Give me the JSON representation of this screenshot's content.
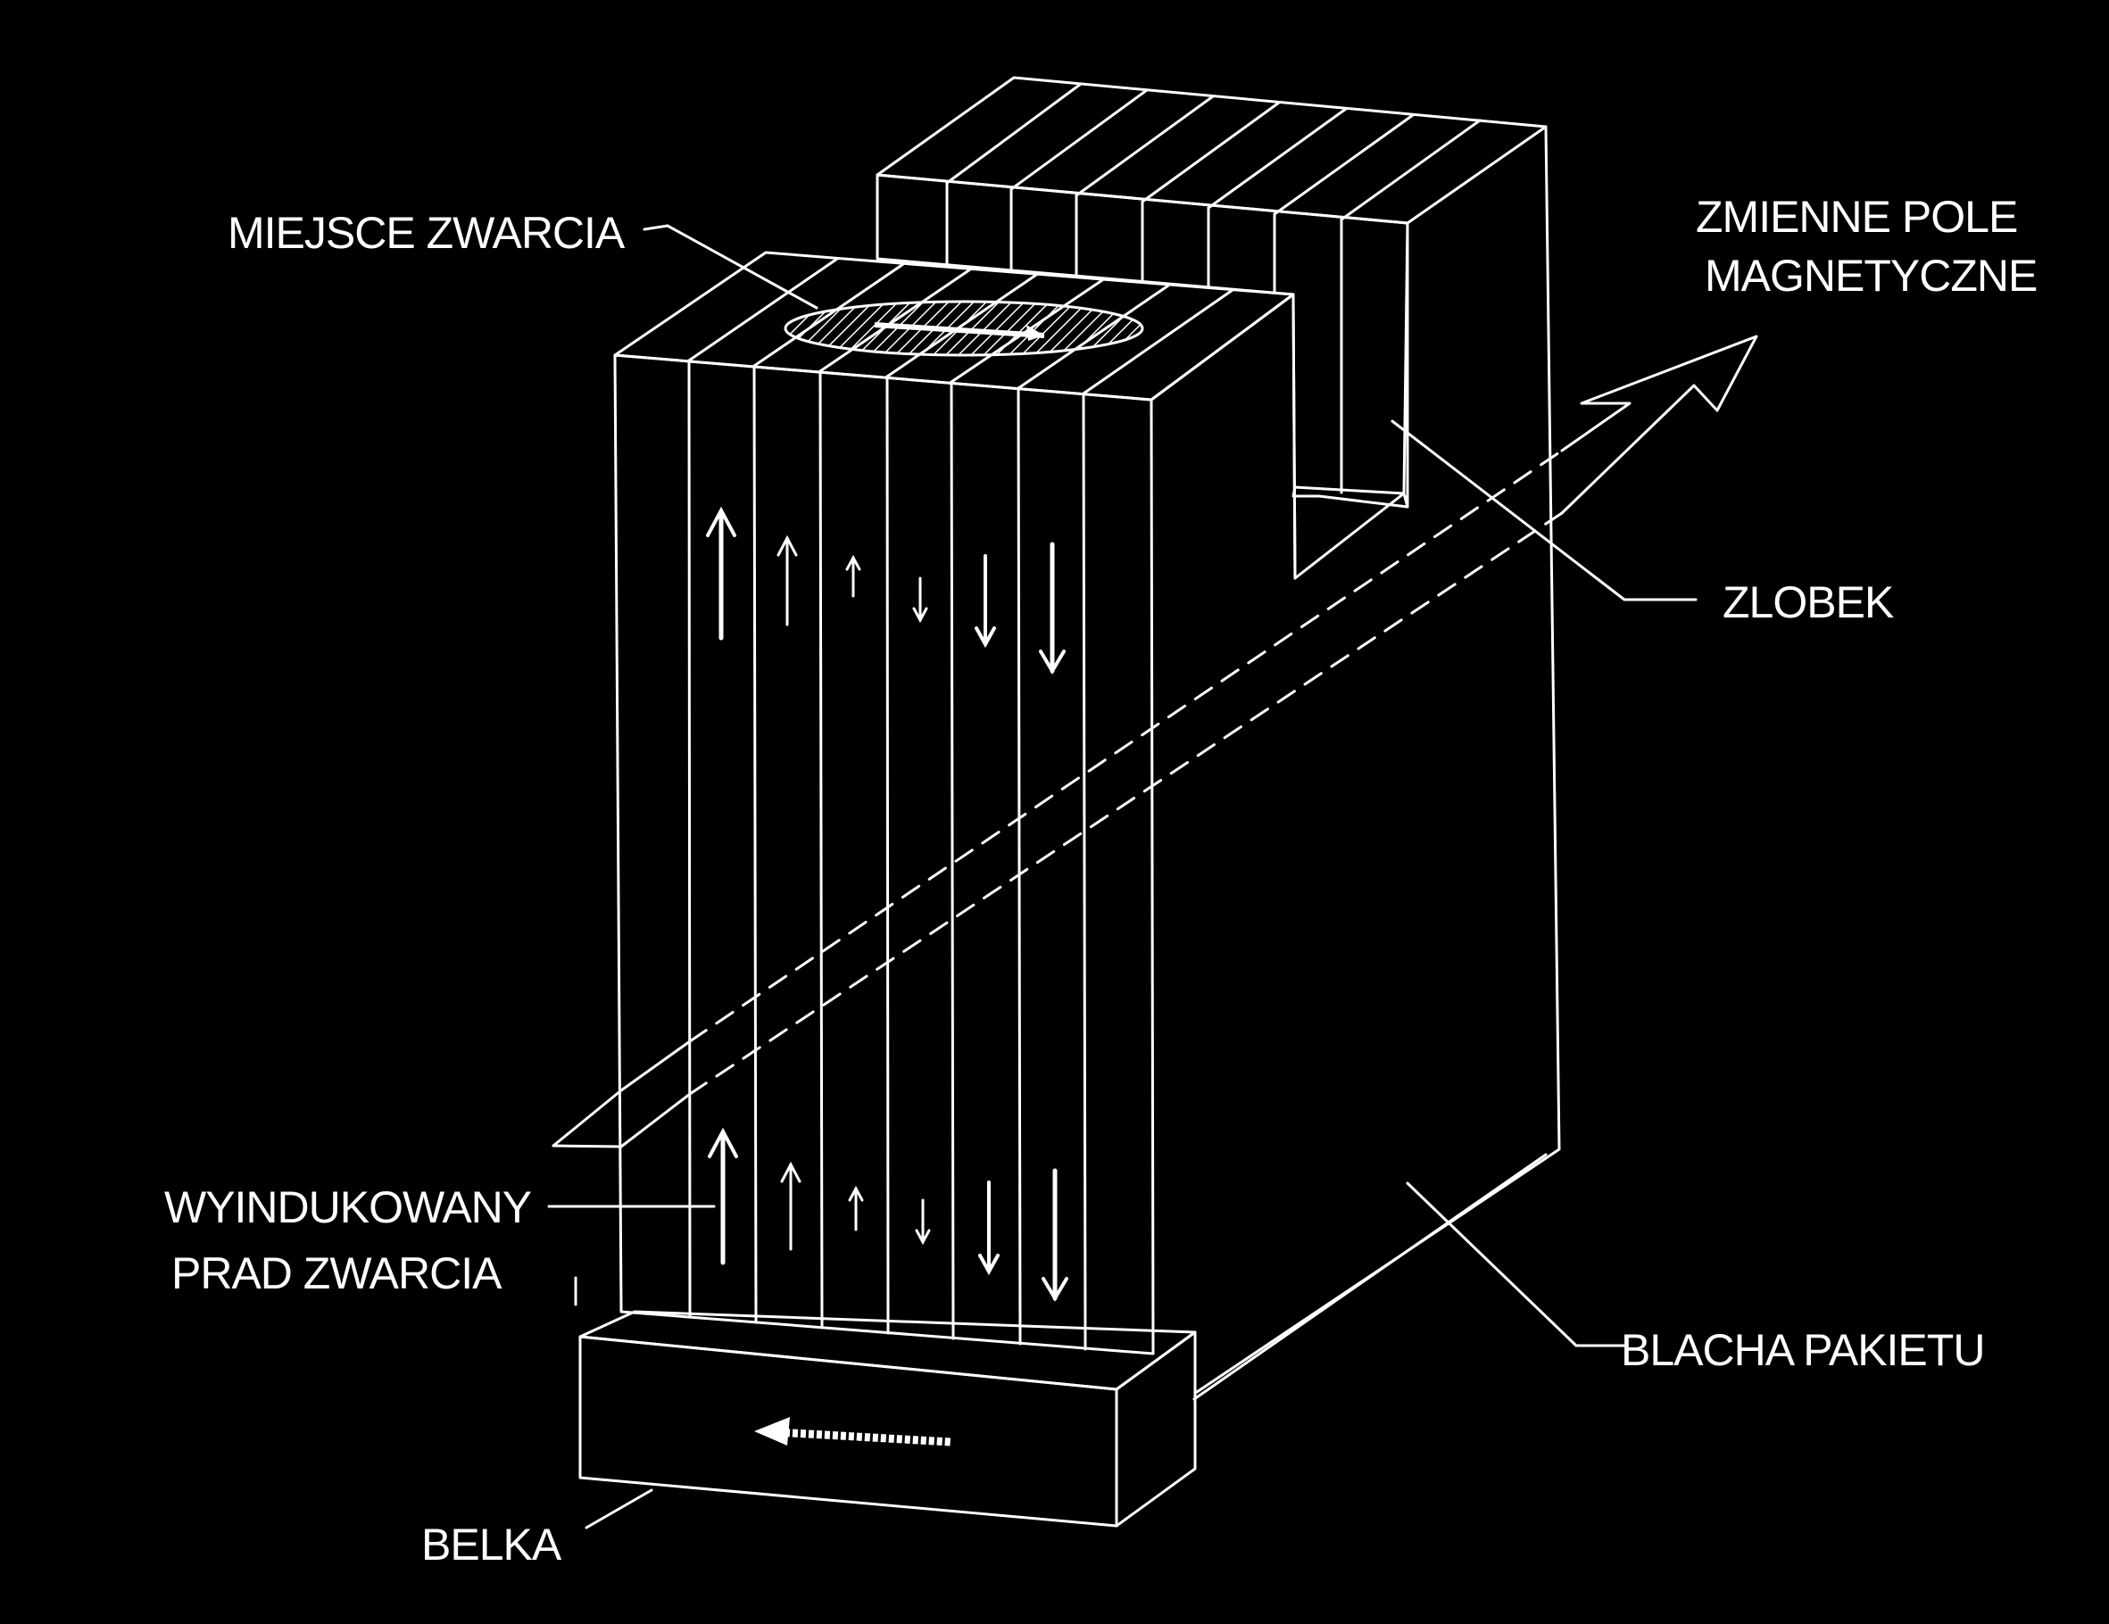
{
  "colors": {
    "background": "#000000",
    "ink": "#ffffff"
  },
  "labels": {
    "fault_location": "MIEJSCE ZWARCIA",
    "magnetic_field_line1": "ZMIENNE POLE",
    "magnetic_field_line2": "MAGNETYCZNE",
    "slot": "ZLOBEK",
    "induced_current_line1": "WYINDUKOWANY",
    "induced_current_line2": "PRAD ZWARCIA",
    "lamination_sheet": "BLACHA PAKIETU",
    "beam": "BELKA"
  },
  "icons": {
    "field_arrow": "hollow-arrow-icon",
    "current_arrows": "up-down-arrow-icons",
    "beam_current_arrow": "left-arrow-icon"
  }
}
